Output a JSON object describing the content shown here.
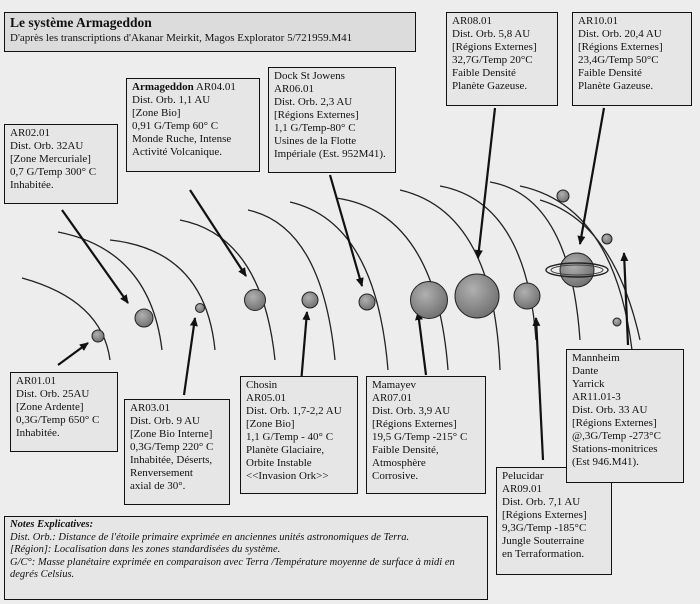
{
  "title": "Le système Armageddon",
  "subtitle": "D'après les transcriptions d'Akanar Meirkit, Magos Explorator 5/721959.M41",
  "boxes": {
    "ar01": [
      "AR01.01",
      "Dist. Orb. 25AU",
      "[Zone Ardente]",
      "0,3G/Temp 650° C",
      "Inhabitée."
    ],
    "ar02": [
      "AR02.01",
      "Dist. Orb. 32AU",
      "[Zone Mercuriale]",
      "0,7 G/Temp 300° C",
      "Inhabitée."
    ],
    "ar03": [
      "AR03.01",
      "Dist. Orb. 9 AU",
      "[Zone Bio Interne]",
      "0,3G/Temp 220° C",
      "Inhabitée, Déserts,",
      "Renversement",
      "axial de 30°."
    ],
    "ar04_name": "Armageddon",
    "ar04": [
      "AR04.01",
      "Dist. Orb. 1,1 AU",
      "[Zone Bio]",
      "0,91 G/Temp 60° C",
      "Monde Ruche, Intense",
      "Activité Volcanique."
    ],
    "ar05": [
      "Chosin",
      "AR05.01",
      "Dist. Orb. 1,7-2,2 AU",
      "[Zone Bio]",
      "1,1 G/Temp - 40° C",
      "Planète Glaciaire,",
      "Orbite Instable",
      "<<Invasion Ork>>"
    ],
    "ar06": [
      "Dock St Jowens",
      "AR06.01",
      "Dist. Orb. 2,3 AU",
      "[Régions Externes]",
      "1,1 G/Temp-80° C",
      "Usines de la Flotte",
      "Impériale (Est. 952M41)."
    ],
    "ar07": [
      "Mamayev",
      "AR07.01",
      "Dist. Orb. 3,9 AU",
      "[Régions Externes]",
      "19,5 G/Temp -215° C",
      "Faible Densité,",
      "Atmosphère",
      "Corrosive."
    ],
    "ar08": [
      "AR08.01",
      "Dist. Orb. 5,8 AU",
      "[Régions Externes]",
      "32,7G/Temp 20°C",
      "Faible Densité",
      "Planète Gazeuse."
    ],
    "ar09": [
      "Pelucidar",
      "AR09.01",
      "Dist. Orb. 7,1 AU",
      "[Régions Externes]",
      "9,3G/Temp -185°C",
      "Jungle Souterraine",
      "en Terraformation."
    ],
    "ar10": [
      "AR10.01",
      "Dist. Orb. 20,4 AU",
      "[Régions Externes]",
      "23,4G/Temp 50°C",
      "Faible Densité",
      "Planète Gazeuse."
    ],
    "ar11": [
      "Mannheim",
      "Dante",
      "Yarrick",
      "AR11.01-3",
      "Dist. Orb. 33 AU",
      "[Régions Externes]",
      "@,3G/Temp -273°C",
      "Stations-monitrices",
      "(Est 946.M41)."
    ]
  },
  "notes": {
    "title": "Notes Explicatives:",
    "lines": [
      {
        "term": "Dist. Orb.:",
        "text": "Distance de l'étoile primaire exprimée en anciennes unités astronomiques de Terra."
      },
      {
        "term": "[Région]:",
        "text": "Localisation dans les zones standardisées du système."
      },
      {
        "term": "G/C°:",
        "text": "Masse planétaire exprimée en comparaison avec Terra /Température moyenne de surface à midi en degrés Celsius."
      }
    ]
  },
  "colors": {
    "planet": "#8c8c8c",
    "background": "#ededed",
    "box": "#e6e6e6"
  }
}
